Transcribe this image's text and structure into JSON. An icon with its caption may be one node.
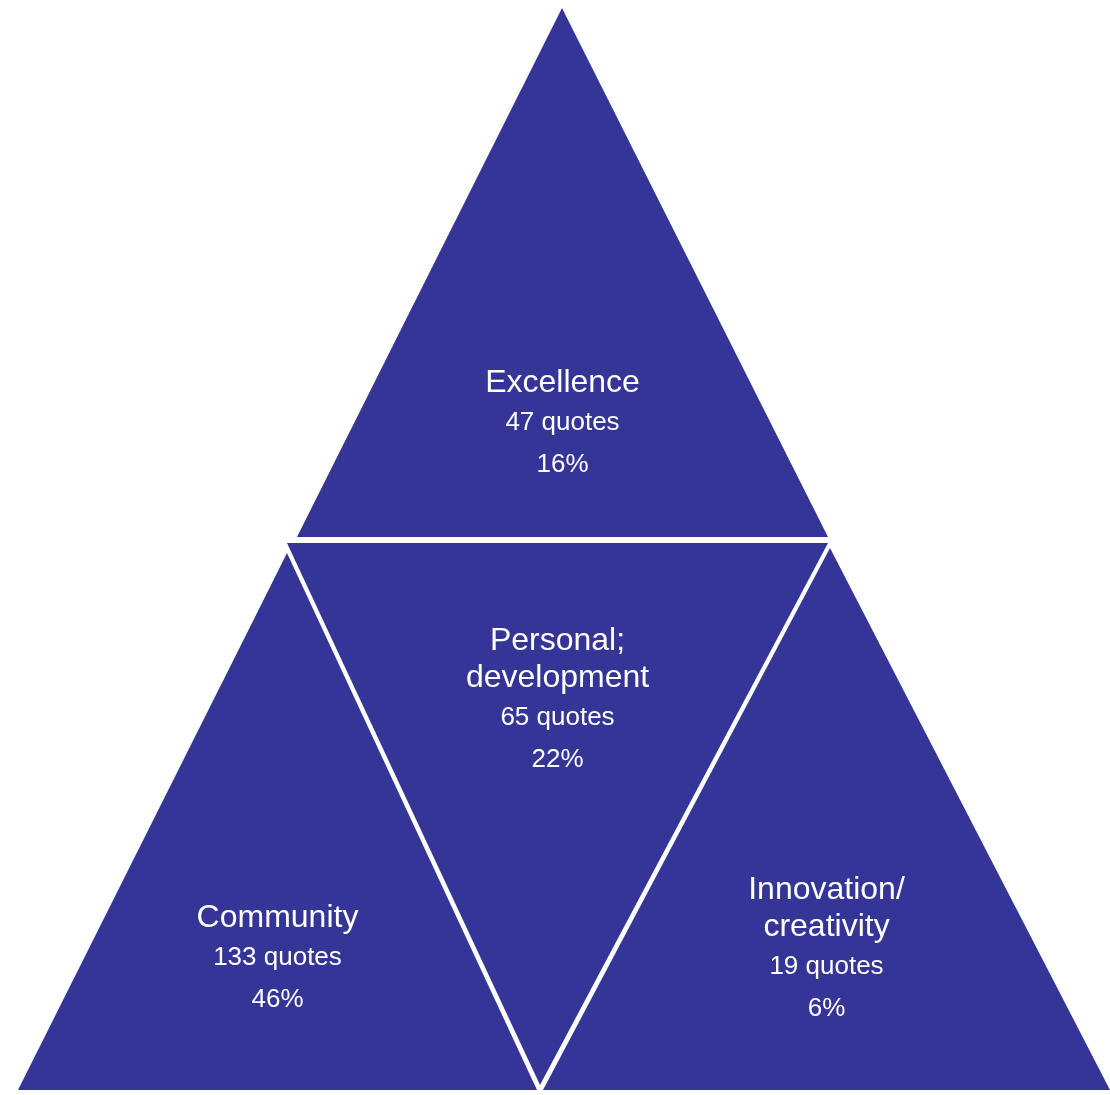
{
  "diagram": {
    "nodes": [
      {
        "text": [
          "Excellence",
          "47 quotes",
          "16%"
        ]
      },
      {
        "text": [
          "Personal; development",
          "65 quotes",
          "22%"
        ]
      },
      {
        "text": [
          "Community",
          "133 quotes",
          "46%"
        ]
      },
      {
        "text": [
          "Innovation/ creativity",
          "19 quotes",
          "6%"
        ]
      }
    ]
  }
}
